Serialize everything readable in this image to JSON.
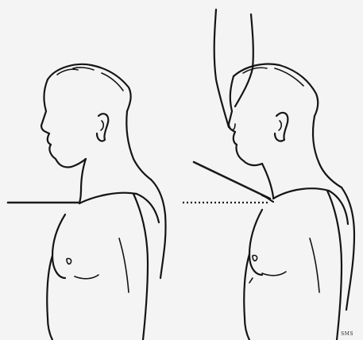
{
  "illustration": {
    "panels": [
      {
        "id": "before",
        "indicator": "solid-line"
      },
      {
        "id": "after",
        "indicator": "dotted-line",
        "prop": "hand-icon"
      }
    ],
    "signature": "SMS"
  },
  "colors": {
    "ink": "#151515",
    "paper": "#f4f4f4"
  }
}
